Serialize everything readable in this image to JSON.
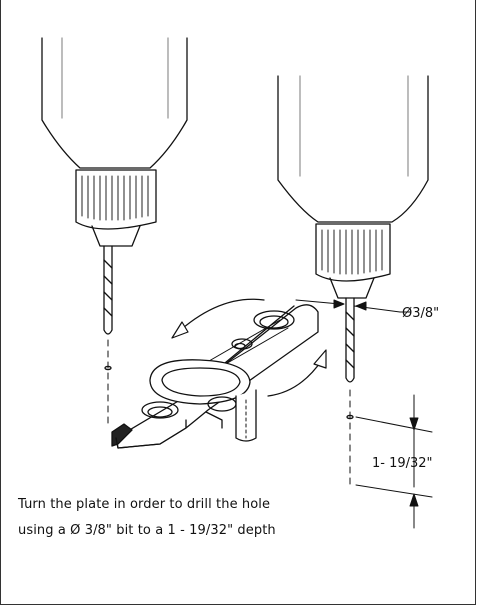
{
  "figure": {
    "diameter_label": "Ø3/8\"",
    "depth_label": "1- 19/32\"",
    "caption_line1": "Turn the plate in order to drill the hole",
    "caption_line2": "using a Ø 3/8\" bit to a 1 - 19/32\" depth"
  }
}
